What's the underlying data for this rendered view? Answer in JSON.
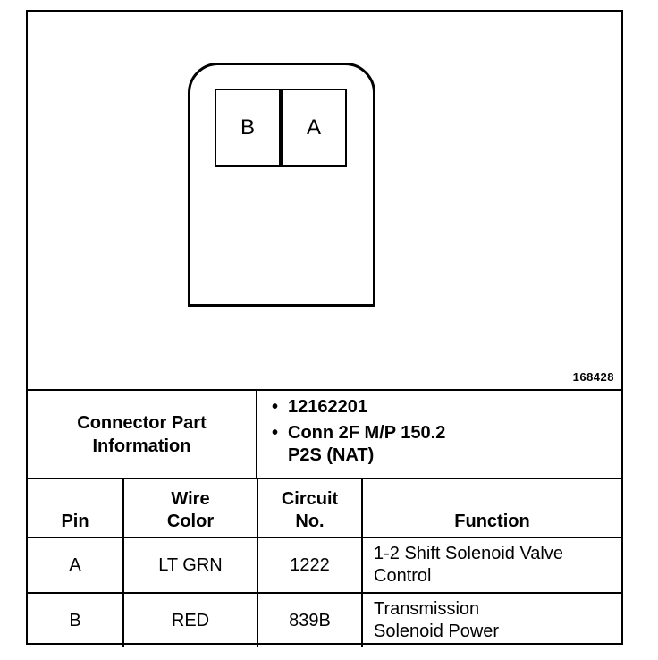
{
  "diagram": {
    "reference_number": "168428",
    "cavities": [
      {
        "label": "B"
      },
      {
        "label": "A"
      }
    ]
  },
  "connector_info": {
    "label_line1": "Connector Part",
    "label_line2": "Information",
    "items": [
      {
        "line1": "12162201",
        "line2": ""
      },
      {
        "line1": "Conn 2F M/P 150.2",
        "line2": "P2S (NAT)"
      }
    ]
  },
  "table": {
    "headers": {
      "pin": "Pin",
      "wire_color_line1": "Wire",
      "wire_color_line2": "Color",
      "circuit_line1": "Circuit",
      "circuit_line2": "No.",
      "function": "Function"
    },
    "rows": [
      {
        "pin": "A",
        "wire_color": "LT GRN",
        "circuit": "1222",
        "function_line1": "1-2 Shift Solenoid Valve",
        "function_line2": "Control"
      },
      {
        "pin": "B",
        "wire_color": "RED",
        "circuit": "839B",
        "function_line1": "Transmission",
        "function_line2": "Solenoid Power"
      }
    ]
  }
}
